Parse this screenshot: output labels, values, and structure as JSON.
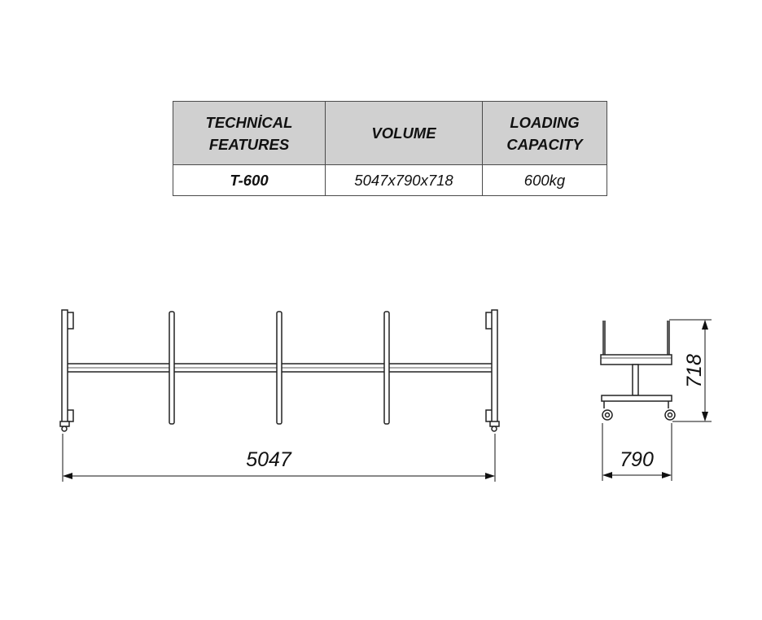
{
  "table": {
    "headers": [
      "TECHNİCAL FEATURES",
      "VOLUME",
      "LOADING CAPACITY"
    ],
    "header_lines": [
      [
        "TECHNİCAL",
        "FEATURES"
      ],
      [
        "VOLUME"
      ],
      [
        "LOADING",
        "CAPACITY"
      ]
    ],
    "row": {
      "model": "T-600",
      "volume": "5047x790x718",
      "capacity": "600kg"
    }
  },
  "dimensions": {
    "length": "5047",
    "width": "790",
    "height": "718"
  }
}
